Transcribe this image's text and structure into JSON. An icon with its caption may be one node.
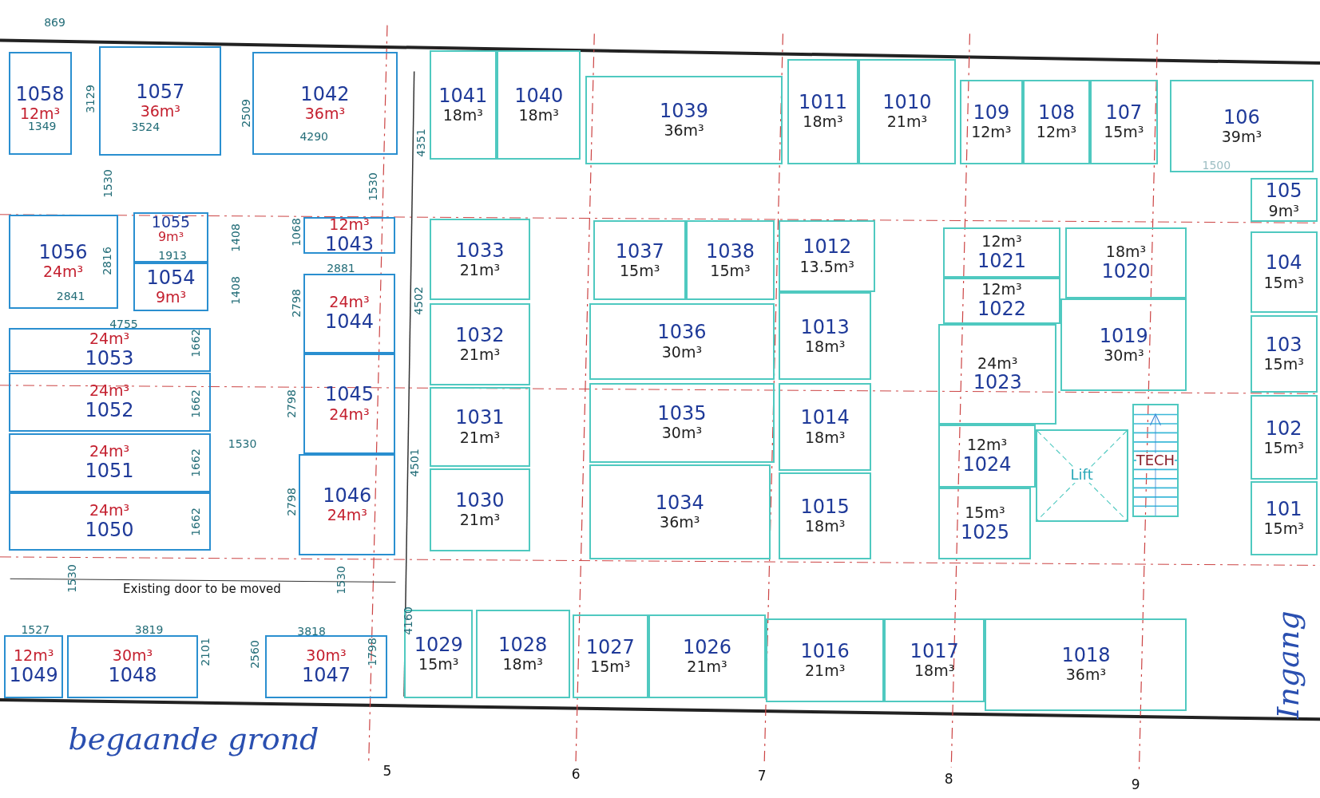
{
  "diagram": {
    "nodes": [
      {
        "text": [
          "1058",
          "12m³"
        ]
      },
      {
        "text": [
          "1057",
          "36m³"
        ]
      },
      {
        "text": [
          "1042",
          "36m³"
        ]
      },
      {
        "text": [
          "1041",
          "18m³"
        ]
      },
      {
        "text": [
          "1040",
          "18m³"
        ]
      },
      {
        "text": [
          "1039",
          "36m³"
        ]
      },
      {
        "text": [
          "1011",
          "18m³"
        ]
      },
      {
        "text": [
          "1010",
          "21m³"
        ]
      },
      {
        "text": [
          "109",
          "12m³"
        ]
      },
      {
        "text": [
          "108",
          "12m³"
        ]
      },
      {
        "text": [
          "107",
          "15m³"
        ]
      },
      {
        "text": [
          "106",
          "39m³"
        ]
      },
      {
        "text": [
          "105",
          "9m³"
        ]
      },
      {
        "text": [
          "1056",
          "24m³"
        ]
      },
      {
        "text": [
          "1055",
          "9m³"
        ]
      },
      {
        "text": [
          "1054",
          "9m³"
        ]
      },
      {
        "text": [
          "12m³",
          "1043"
        ]
      },
      {
        "text": [
          "24m³",
          "1044"
        ]
      },
      {
        "text": [
          "1033",
          "21m³"
        ]
      },
      {
        "text": [
          "1037",
          "15m³"
        ]
      },
      {
        "text": [
          "1038",
          "15m³"
        ]
      },
      {
        "text": [
          "1012",
          "13.5m³"
        ]
      },
      {
        "text": [
          "12m³",
          "1021"
        ]
      },
      {
        "text": [
          "18m³",
          "1020"
        ]
      },
      {
        "text": [
          "104",
          "15m³"
        ]
      },
      {
        "text": [
          "12m³",
          "1022"
        ]
      },
      {
        "text": [
          "1032",
          "21m³"
        ]
      },
      {
        "text": [
          "1036",
          "30m³"
        ]
      },
      {
        "text": [
          "1013",
          "18m³"
        ]
      },
      {
        "text": [
          "1019",
          "30m³"
        ]
      },
      {
        "text": [
          "103",
          "15m³"
        ]
      },
      {
        "text": [
          "24m³",
          "1053"
        ]
      },
      {
        "text": [
          "1045",
          "24m³"
        ]
      },
      {
        "text": [
          "24m³",
          "1023"
        ]
      },
      {
        "text": [
          "24m³",
          "1052"
        ]
      },
      {
        "text": [
          "1031",
          "21m³"
        ]
      },
      {
        "text": [
          "1035",
          "30m³"
        ]
      },
      {
        "text": [
          "1014",
          "18m³"
        ]
      },
      {
        "text": [
          "TECH"
        ]
      },
      {
        "text": [
          "102",
          "15m³"
        ]
      },
      {
        "text": [
          "Lift"
        ]
      },
      {
        "text": [
          "24m³",
          "1051"
        ]
      },
      {
        "text": [
          "1046",
          "24m³"
        ]
      },
      {
        "text": [
          "12m³",
          "1024"
        ]
      },
      {
        "text": [
          "1030",
          "21m³"
        ]
      },
      {
        "text": [
          "1034",
          "36m³"
        ]
      },
      {
        "text": [
          "1015",
          "18m³"
        ]
      },
      {
        "text": [
          "101",
          "15m³"
        ]
      },
      {
        "text": [
          "24m³",
          "1050"
        ]
      },
      {
        "text": [
          "15m³",
          "1025"
        ]
      },
      {
        "text": [
          "12m³",
          "1049"
        ]
      },
      {
        "text": [
          "30m³",
          "1048"
        ]
      },
      {
        "text": [
          "30m³",
          "1047"
        ]
      },
      {
        "text": [
          "1029",
          "15m³"
        ]
      },
      {
        "text": [
          "1028",
          "18m³"
        ]
      },
      {
        "text": [
          "1027",
          "15m³"
        ]
      },
      {
        "text": [
          "1026",
          "21m³"
        ]
      },
      {
        "text": [
          "1016",
          "21m³"
        ]
      },
      {
        "text": [
          "1017",
          "18m³"
        ]
      },
      {
        "text": [
          "1018",
          "36m³"
        ]
      }
    ],
    "labels": [
      "869",
      "3129",
      "2509",
      "1349",
      "3524",
      "4290",
      "4351",
      "1500",
      "1530",
      "1530",
      "1408",
      "1068",
      "1913",
      "2816",
      "2881",
      "1408",
      "2798",
      "2841",
      "4502",
      "4755",
      "1662",
      "1662",
      "2798",
      "1530",
      "1662",
      "4501",
      "2798",
      "1662",
      "1530",
      "Existing door to be moved",
      "1530",
      "4160",
      "1527",
      "3819",
      "3818",
      "2101",
      "2560",
      "1798",
      "begaande grond",
      "Ingang",
      "5",
      "6",
      "7",
      "8",
      "9"
    ]
  }
}
